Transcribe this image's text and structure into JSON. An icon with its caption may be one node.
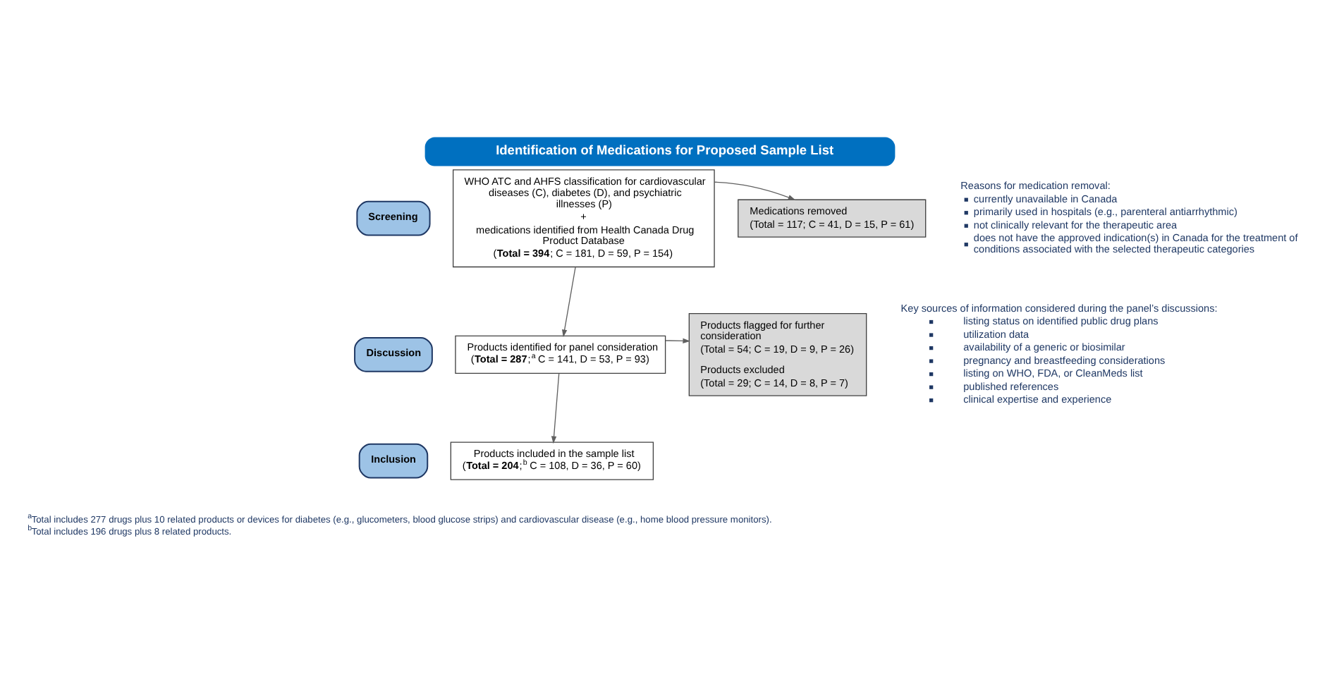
{
  "diagram": {
    "title": "Identification of Medications for Proposed Sample List",
    "nodes": [
      {
        "text": [
          "Screening"
        ]
      },
      {
        "text": [
          "WHO ATC and AHFS classification for cardiovascular diseases (C), diabetes (D), and psychiatric illnesses (P)",
          "+",
          "medications identified from Health Canada Drug Product Database",
          "(**Total = 394**; C = 181, D = 59, P = 154)"
        ]
      },
      {
        "text": [
          "Medications removed",
          "(Total = 117; C = 41, D = 15, P = 61)"
        ]
      },
      {
        "text": [
          "Discussion"
        ]
      },
      {
        "text": [
          "Products identified for panel consideration",
          "(**Total = 287**;$^{a}$ C = 141, D = 53, P = 93)"
        ]
      },
      {
        "text": [
          "Products flagged for further consideration",
          "(Total = 54; C = 19, D = 9, P = 26)",
          "Products excluded",
          "(Total = 29; C = 14, D = 8, P = 7)"
        ]
      },
      {
        "text": [
          "Inclusion"
        ]
      },
      {
        "text": [
          "Products included in the sample list",
          "(**Total = 204**;$^{b}$ C = 108, D = 36, P = 60)"
        ]
      }
    ],
    "edges": [
      {
        "from": 1,
        "to": 2,
        "arrow": "to"
      },
      {
        "from": 1,
        "to": 4,
        "arrow": "to"
      },
      {
        "from": 4,
        "to": 5,
        "arrow": "to"
      },
      {
        "from": 4,
        "to": 7,
        "arrow": "to"
      }
    ],
    "labels": [
      "Reasons for medication removal:",
      "currently unavailable in Canada",
      "primarily used in hospitals (e.g., parenteral antiarrhythmic)",
      "not clinically relevant for the therapeutic area",
      "does not have the approved indication(s) in Canada for the treatment of conditions associated with the selected therapeutic categories",
      "Key sources of information considered during the panel’s discussions:",
      "listing status on identified public drug plans",
      "utilization data",
      "availability of a generic or biosimilar",
      "pregnancy and breastfeeding considerations",
      "listing on WHO, FDA, or CleanMeds list",
      "published references",
      "clinical expertise and experience",
      "$^{a}$Total includes 277 drugs plus 10 related products or devices for diabetes (e.g., glucometers, blood glucose strips) and cardiovascular disease (e.g., home blood pressure monitors).",
      "$^{b}$Total includes 196 drugs plus 8 related products."
    ]
  }
}
